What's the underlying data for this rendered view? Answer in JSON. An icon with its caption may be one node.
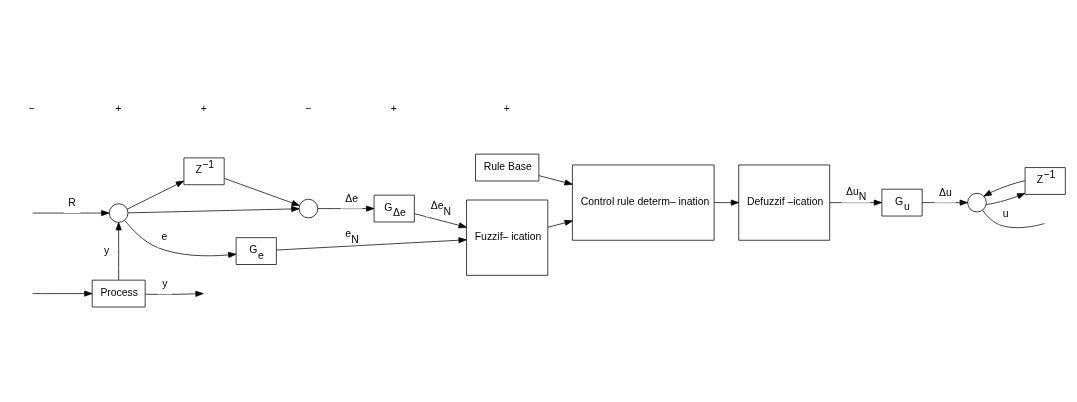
{
  "diagram": {
    "nodes": [
      {
        "text": [],
        "shape": "circle"
      },
      {
        "text": [
          "Z$^{−1}$"
        ]
      },
      {
        "text": [],
        "shape": "circle"
      },
      {
        "text": [
          "G$_{Δe}$"
        ]
      },
      {
        "text": [
          "G$_{e}$"
        ]
      },
      {
        "text": [
          "Fuzzif– ication"
        ]
      },
      {
        "text": [
          "Rule Base"
        ]
      },
      {
        "text": [
          "Control rule determ– ination"
        ]
      },
      {
        "text": [
          "Defuzzif –ication"
        ]
      },
      {
        "text": [
          "G$_{u}$"
        ]
      },
      {
        "text": [],
        "shape": "circle"
      },
      {
        "text": [
          "Z$^{−1}$"
        ]
      },
      {
        "text": [
          "Process"
        ]
      }
    ],
    "edges": [
      {
        "from": null,
        "to": 0,
        "arrow": "to",
        "label": "R"
      },
      {
        "from": 0,
        "to": 1,
        "arrow": "to"
      },
      {
        "from": 1,
        "to": 2,
        "arrow": "to"
      },
      {
        "from": 0,
        "to": 2,
        "arrow": "to"
      },
      {
        "from": 0,
        "to": 4,
        "arrow": "to",
        "label": "e"
      },
      {
        "from": 2,
        "to": 3,
        "arrow": "to",
        "label": "Δe"
      },
      {
        "from": 3,
        "to": 5,
        "arrow": "to",
        "label": "Δe$_{N}$"
      },
      {
        "from": 4,
        "to": 5,
        "arrow": "to",
        "label": "e$_{N}$"
      },
      {
        "from": 5,
        "to": 7,
        "arrow": "to"
      },
      {
        "from": 6,
        "to": 7,
        "arrow": "to"
      },
      {
        "from": 7,
        "to": 8,
        "arrow": "to"
      },
      {
        "from": 8,
        "to": 9,
        "arrow": "to",
        "label": "Δu$_{N}$"
      },
      {
        "from": 9,
        "to": 10,
        "arrow": "to",
        "label": "Δu"
      },
      {
        "from": 10,
        "to": null,
        "arrow": "none",
        "label": "u"
      },
      {
        "from": 10,
        "to": 11,
        "arrow": "to"
      },
      {
        "from": 11,
        "to": 10,
        "arrow": "to"
      },
      {
        "from": null,
        "to": 12,
        "arrow": "to"
      },
      {
        "from": 12,
        "to": null,
        "arrow": "to",
        "label": "y"
      },
      {
        "from": 12,
        "to": 0,
        "arrow": "to",
        "label": "y"
      }
    ],
    "labels": [
      "−",
      "+",
      "+",
      "−",
      "+",
      "+"
    ]
  }
}
